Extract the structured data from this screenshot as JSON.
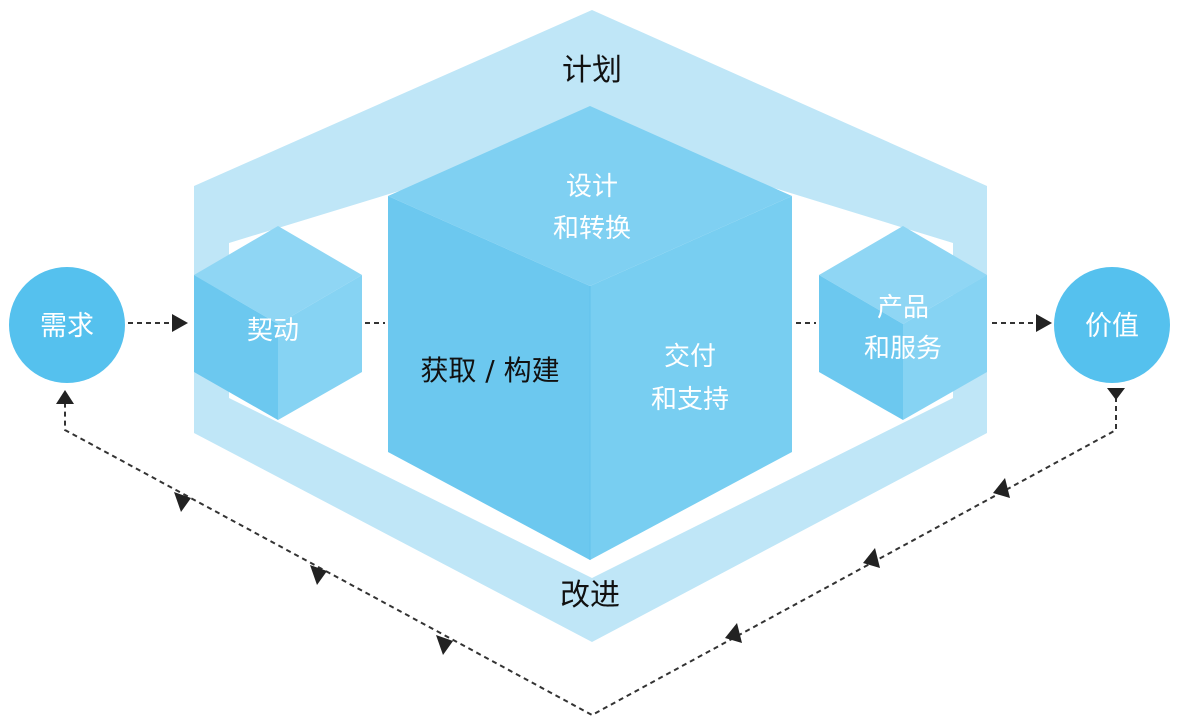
{
  "frame": {
    "top_label": "计划",
    "bottom_label": "改进"
  },
  "nodes": {
    "demand": "需求",
    "value": "价值",
    "engage": "契动",
    "design": [
      "设计",
      "和转换"
    ],
    "obtain": "获取 / 构建",
    "deliver": [
      "交付",
      "和支持"
    ],
    "products": [
      "产品",
      "和服务"
    ]
  },
  "colors": {
    "frame": "#bfe6f7",
    "cube_top": "#7fd0f2",
    "cube_side": "#6cc8ef",
    "circle": "#55c1ee"
  }
}
